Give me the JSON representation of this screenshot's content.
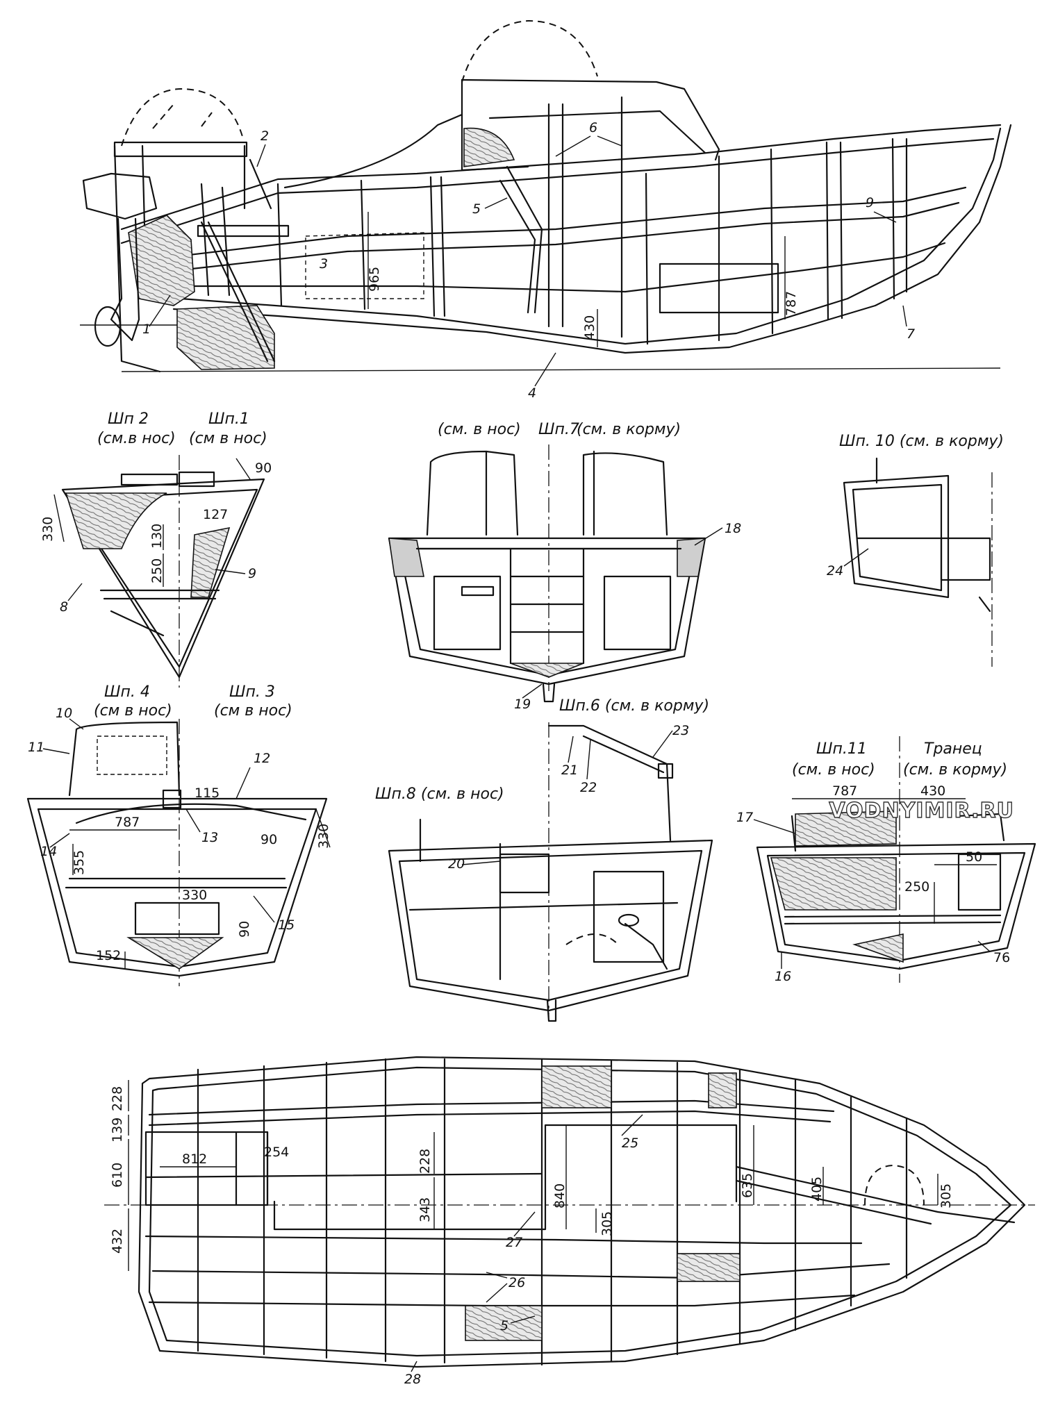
{
  "watermark": "VODNYIMIR.RU",
  "side_view": {
    "callouts": [
      "1",
      "2",
      "3",
      "4",
      "5",
      "6",
      "7",
      "9"
    ],
    "dims": [
      "965",
      "787",
      "430"
    ]
  },
  "sections": {
    "sec1": {
      "title_left": "Шп 2\n(см.в нос)",
      "title_right": "Шп.1\n(см в нос)",
      "dims": [
        "330",
        "90",
        "127",
        "130",
        "250"
      ],
      "callouts": [
        "8",
        "9"
      ]
    },
    "sec7": {
      "title_left": "(см. в нос)",
      "title_center": "Шп.7",
      "title_right": "(см. в корму)",
      "callouts": [
        "18",
        "19"
      ]
    },
    "sec10": {
      "title": "Шп. 10 (см. в корму)",
      "callouts": [
        "24"
      ]
    },
    "sec4": {
      "title_left": "Шп. 4\n(см в нос)",
      "title_right": "Шп. 3\n(см в нос)",
      "dims": [
        "115",
        "787",
        "330",
        "355",
        "90",
        "330",
        "90",
        "152"
      ],
      "callouts": [
        "10",
        "11",
        "12",
        "13",
        "14",
        "15"
      ]
    },
    "sec8": {
      "title_left": "Шп.8 (см. в нос)",
      "title_right": "Шп.6 (см. в корму)",
      "callouts": [
        "20",
        "21",
        "22",
        "23"
      ]
    },
    "sec11": {
      "title_left": "Шп.11\n(см. в нос)",
      "title_right": "Транец\n(см. в корму)",
      "dims": [
        "787",
        "430",
        "50",
        "250",
        "76"
      ],
      "callouts": [
        "16",
        "17"
      ]
    }
  },
  "plan_view": {
    "dims_left": [
      "228",
      "139",
      "610",
      "432"
    ],
    "dims_inner": [
      "812",
      "254",
      "228",
      "343",
      "840",
      "635",
      "405",
      "305",
      "305"
    ],
    "callouts": [
      "25",
      "26",
      "27",
      "5",
      "28"
    ]
  }
}
